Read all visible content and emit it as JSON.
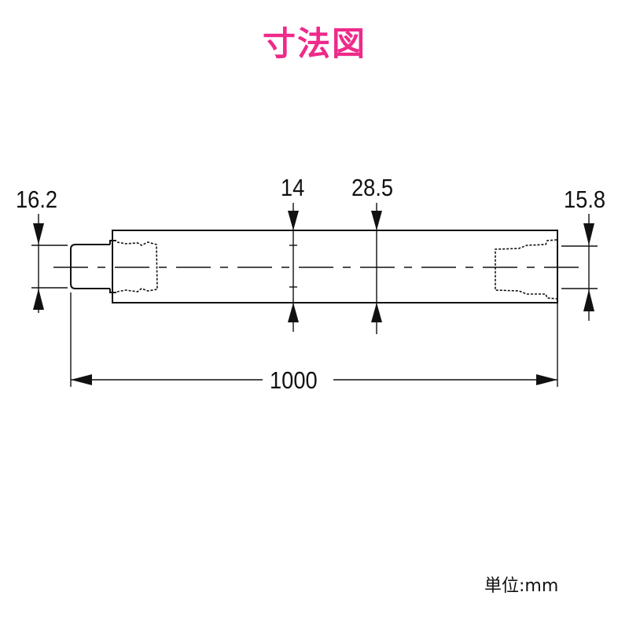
{
  "title": "寸法図",
  "title_color": "#ee2a8a",
  "unit_label": "単位:mm",
  "dimensions": {
    "left_end_diameter": "16.2",
    "inner_diameter": "14",
    "outer_diameter": "28.5",
    "right_end_diameter": "15.8",
    "total_length": "1000"
  }
}
